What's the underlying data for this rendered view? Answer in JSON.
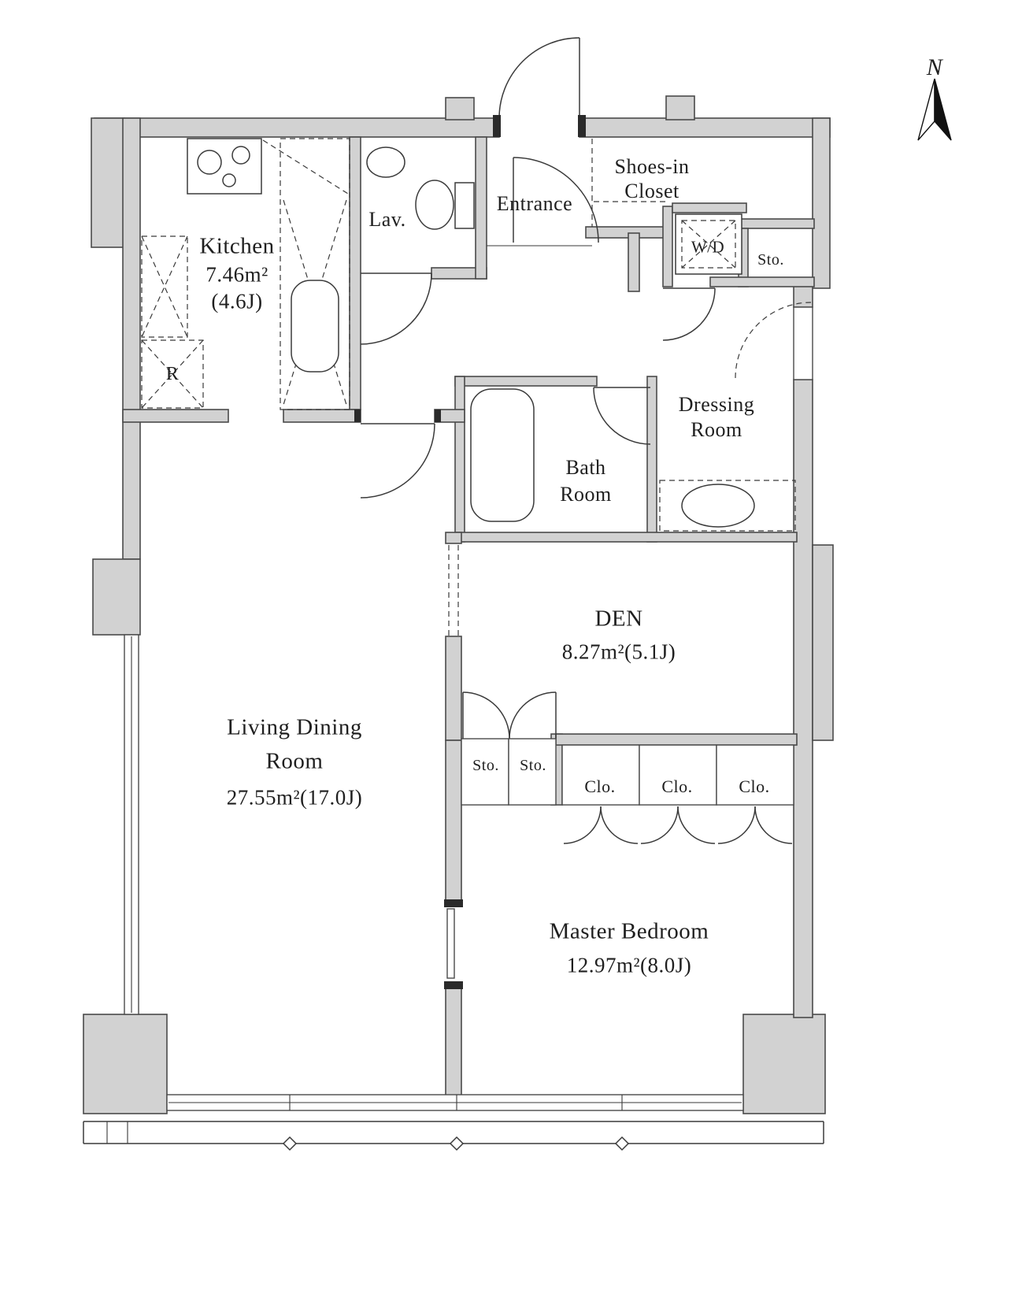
{
  "compass": {
    "label": "N"
  },
  "rooms": {
    "kitchen": {
      "name": "Kitchen",
      "area": "7.46m²",
      "area_jo": "(4.6J)"
    },
    "lavatory": {
      "name": "Lav."
    },
    "entrance": {
      "name": "Entrance"
    },
    "shoes_closet": {
      "line1": "Shoes-in",
      "line2": "Closet"
    },
    "washer_dryer": {
      "name": "W/D"
    },
    "storage_hall": {
      "name": "Sto."
    },
    "dressing": {
      "line1": "Dressing",
      "line2": "Room"
    },
    "bath": {
      "line1": "Bath",
      "line2": "Room"
    },
    "den": {
      "name": "DEN",
      "area": "8.27m²(5.1J)"
    },
    "living": {
      "line1": "Living Dining",
      "line2": "Room",
      "area": "27.55m²(17.0J)"
    },
    "storage_a": {
      "name": "Sto."
    },
    "storage_b": {
      "name": "Sto."
    },
    "closet_a": {
      "name": "Clo."
    },
    "closet_b": {
      "name": "Clo."
    },
    "closet_c": {
      "name": "Clo."
    },
    "master": {
      "name": "Master Bedroom",
      "area": "12.97m²(8.0J)"
    },
    "fridge": {
      "name": "R"
    }
  },
  "colors": {
    "wall": "#d2d2d2",
    "stroke": "#4a4a4a",
    "line": "#3a3a3a",
    "text": "#1f1f1f"
  }
}
